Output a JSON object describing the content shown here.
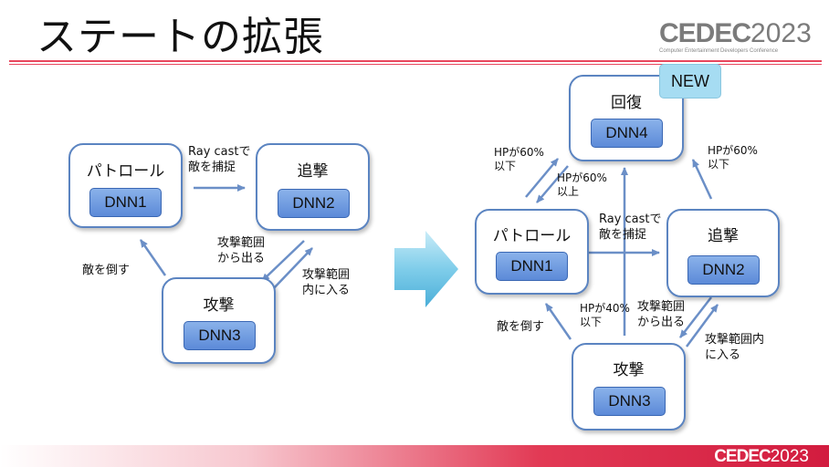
{
  "slide": {
    "title": "ステートの拡張",
    "logo": {
      "name": "CEDEC",
      "year": "2023",
      "tagline": "Computer Entertainment Developers Conference"
    },
    "footer_logo": {
      "name": "CEDEC",
      "year": "2023"
    },
    "colors": {
      "state_border": "#5b84c1",
      "dnn_fill": "#6d98df",
      "arrow": "#6b8fc7",
      "accent_red": "#e23a55",
      "new_badge": "#a6dcf2"
    }
  },
  "left": {
    "patrol": {
      "label": "パトロール",
      "dnn": "DNN1"
    },
    "chase": {
      "label": "追撃",
      "dnn": "DNN2"
    },
    "attack": {
      "label": "攻撃",
      "dnn": "DNN3"
    },
    "edges": {
      "raycast": [
        "Ray castで",
        "敵を捕捉"
      ],
      "out_of_range": [
        "攻撃範囲",
        "から出る"
      ],
      "in_range": [
        "攻撃範囲",
        "内に入る"
      ],
      "defeat": "敵を倒す"
    }
  },
  "right": {
    "recover": {
      "label": "回復",
      "dnn": "DNN4",
      "badge": "NEW"
    },
    "patrol": {
      "label": "パトロール",
      "dnn": "DNN1"
    },
    "chase": {
      "label": "追撃",
      "dnn": "DNN2"
    },
    "attack": {
      "label": "攻撃",
      "dnn": "DNN3"
    },
    "edges": {
      "hp_below_patrol": [
        "HPが60%",
        "以下"
      ],
      "hp_above": [
        "HPが60%",
        "以上"
      ],
      "hp_below_chase": [
        "HPが60%",
        "以下"
      ],
      "raycast": [
        "Ray castで",
        "敵を捕捉"
      ],
      "hp40": [
        "HPが40%",
        "以下"
      ],
      "out_of_range": [
        "攻撃範囲",
        "から出る"
      ],
      "in_range": [
        "攻撃範囲内",
        "に入る"
      ],
      "defeat": "敵を倒す"
    }
  }
}
